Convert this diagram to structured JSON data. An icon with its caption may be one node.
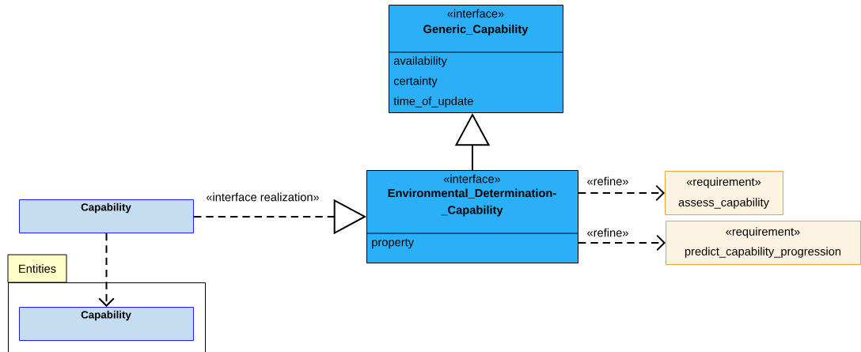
{
  "diagram": {
    "nodes": [
      {
        "text": [
          "«interface»",
          "Generic_Capability",
          "availability",
          "certainty",
          "time_of_update"
        ]
      },
      {
        "text": [
          "Capability"
        ]
      },
      {
        "text": [
          "«interface»",
          "Environmental_Determination- _Capability",
          "property"
        ]
      },
      {
        "text": [
          "Entities"
        ]
      },
      {
        "text": [
          "Capability"
        ],
        "in": 3
      },
      {
        "text": [
          "«requirement»",
          "assess_capability"
        ]
      },
      {
        "text": [
          "«requirement»",
          "predict_capability_progression"
        ]
      }
    ],
    "edges": [
      {
        "from": 2,
        "to": 0,
        "arrow": "to"
      },
      {
        "from": 1,
        "to": 2,
        "arrow": "to",
        "label": "«interface realization»",
        "style": "dashed"
      },
      {
        "from": 1,
        "to": 4,
        "arrow": "to",
        "style": "dashed"
      },
      {
        "from": 2,
        "to": 5,
        "arrow": "to",
        "label": "«refine»",
        "style": "dashed"
      },
      {
        "from": 2,
        "to": 6,
        "arrow": "to",
        "label": "«refine»",
        "style": "dashed"
      }
    ]
  }
}
